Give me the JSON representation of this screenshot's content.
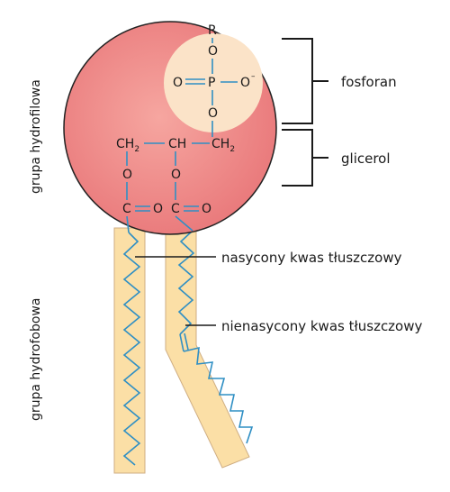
{
  "labels": {
    "phosphate": "fosforan",
    "glycerol": "glicerol",
    "saturated": "nasycony kwas tłuszczowy",
    "unsaturated": "nienasycony kwas tłuszczowy",
    "hydrophilic": "grupa hydrofilowa",
    "hydrophobic": "grupa hydrofobowa"
  },
  "chem": {
    "r": "R",
    "o": "O",
    "p": "P",
    "o_minus": "O",
    "minus": "–",
    "ch": "CH",
    "c": "C",
    "sub2": "2"
  },
  "colors": {
    "head_fill": "#f08a8a",
    "phosphate_fill": "#fbe3c8",
    "tail_fill": "#fbdfa6",
    "bond": "#3a8fc4",
    "line": "#1a1a1a"
  }
}
